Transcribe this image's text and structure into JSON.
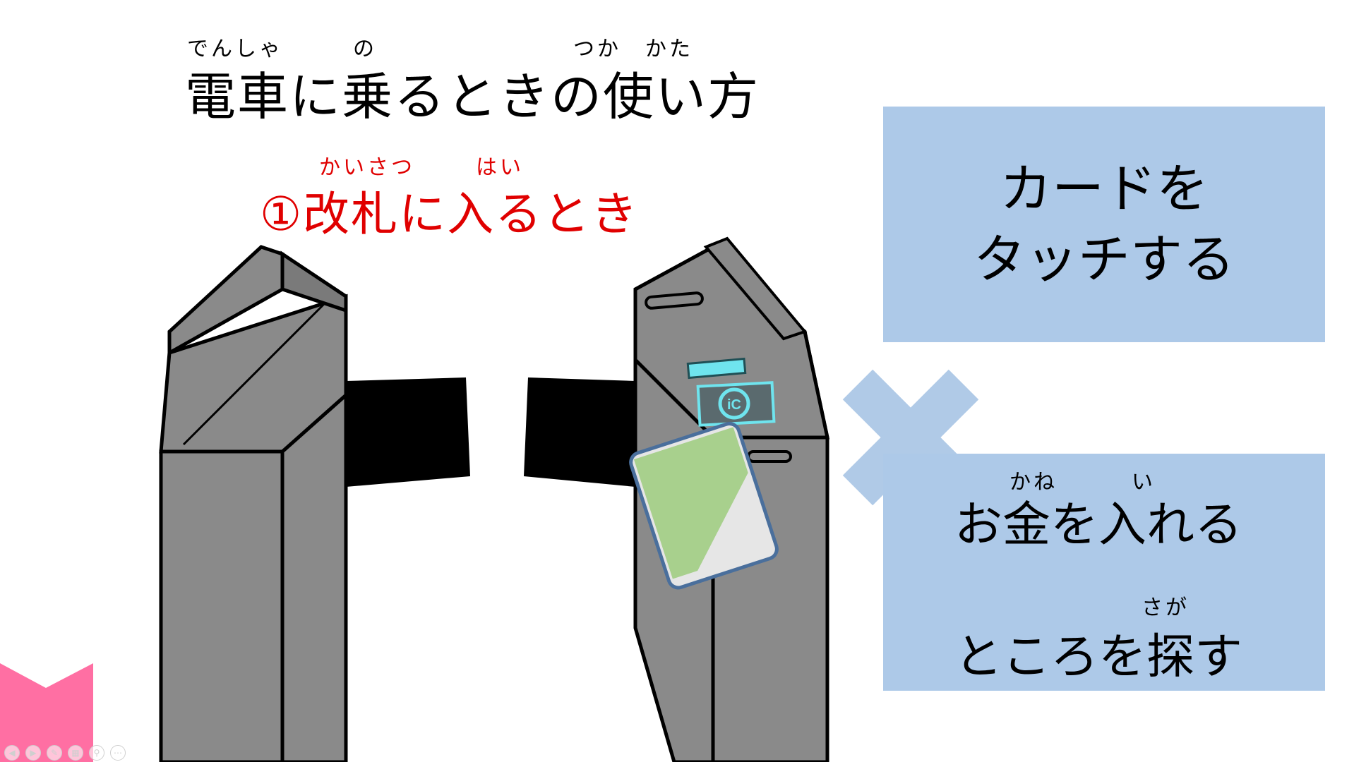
{
  "title": {
    "text": "電車に乗るときの使い方",
    "ruby_densha": "でんしゃ",
    "ruby_no": "の",
    "ruby_tsukakata": "つか　かた"
  },
  "subtitle": {
    "text": "①改札に入るとき",
    "ruby_kaisatsu": "かいさつ",
    "ruby_hai": "はい"
  },
  "panels": {
    "card_touch": {
      "line1": "カードを",
      "line2": "タッチする"
    },
    "money": {
      "line1": "お金を入れる",
      "line2": "ところを探す",
      "ruby_kane": "かね",
      "ruby_i": "い",
      "ruby_saga": "さが"
    }
  },
  "illustration": {
    "ic_label": "iC",
    "cross_mark": "×"
  },
  "colors": {
    "panel": "#adc9e8",
    "cross": "#8fb4dd",
    "gate": "#8a8a8a",
    "accent_red": "#e00000",
    "bookmark": "#ff6fa3",
    "card_green": "#a8d08d",
    "ic_cyan": "#6fe4ee"
  },
  "nav_icons": [
    "prev-icon",
    "next-icon",
    "pen-icon",
    "slides-icon",
    "zoom-icon",
    "more-icon"
  ]
}
